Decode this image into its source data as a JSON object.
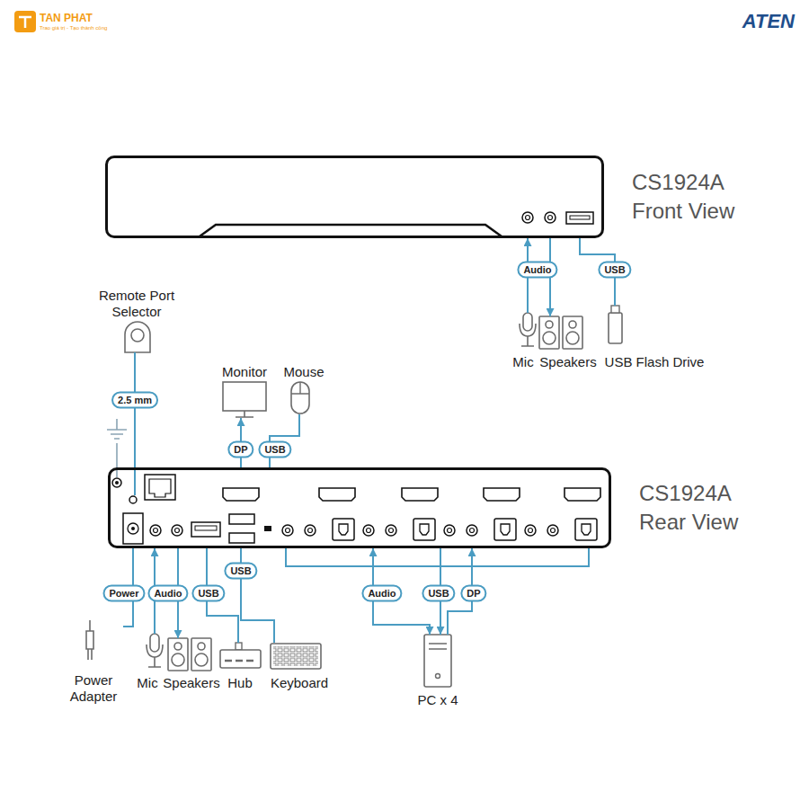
{
  "diagram": {
    "nodes": [
      {
        "text": [
          "CS1924A Front View"
        ]
      },
      {
        "text": [
          "Mic"
        ]
      },
      {
        "text": [
          "Speakers"
        ]
      },
      {
        "text": [
          "USB Flash Drive"
        ]
      },
      {
        "text": [
          "Remote Port Selector"
        ]
      },
      {
        "text": [
          "Monitor"
        ]
      },
      {
        "text": [
          "Mouse"
        ]
      },
      {
        "text": [
          "CS1924A Rear View"
        ]
      },
      {
        "text": [
          "Power Adapter"
        ]
      },
      {
        "text": [
          "Mic"
        ]
      },
      {
        "text": [
          "Speakers"
        ]
      },
      {
        "text": [
          "Hub"
        ]
      },
      {
        "text": [
          "Keyboard"
        ]
      },
      {
        "text": [
          "PC x 4"
        ]
      }
    ],
    "edges": [
      {
        "from": 1,
        "to": 0,
        "arrow": "to",
        "label": "Audio"
      },
      {
        "from": 0,
        "to": 2,
        "arrow": "to"
      },
      {
        "from": 0,
        "to": 3,
        "arrow": "none",
        "label": "USB"
      },
      {
        "from": 4,
        "to": 7,
        "arrow": "none",
        "label": "2.5 mm"
      },
      {
        "from": 7,
        "to": 5,
        "arrow": "to",
        "label": "DP"
      },
      {
        "from": 6,
        "to": 7,
        "arrow": "none",
        "label": "USB"
      },
      {
        "from": 8,
        "to": 7,
        "arrow": "none",
        "label": "Power"
      },
      {
        "from": 9,
        "to": 7,
        "arrow": "to",
        "label": "Audio"
      },
      {
        "from": 7,
        "to": 10,
        "arrow": "to"
      },
      {
        "from": 11,
        "to": 7,
        "arrow": "none",
        "label": "USB"
      },
      {
        "from": 12,
        "to": 7,
        "arrow": "none",
        "label": "USB"
      },
      {
        "from": 7,
        "to": 13,
        "arrow": "both",
        "label": "Audio"
      },
      {
        "from": 7,
        "to": 13,
        "arrow": "to",
        "label": "USB"
      },
      {
        "from": 13,
        "to": 7,
        "arrow": "to",
        "label": "DP"
      }
    ],
    "labels": [
      "TAN PHAT",
      "Trao giá trị - Tạo thành công",
      "ATEN"
    ]
  }
}
